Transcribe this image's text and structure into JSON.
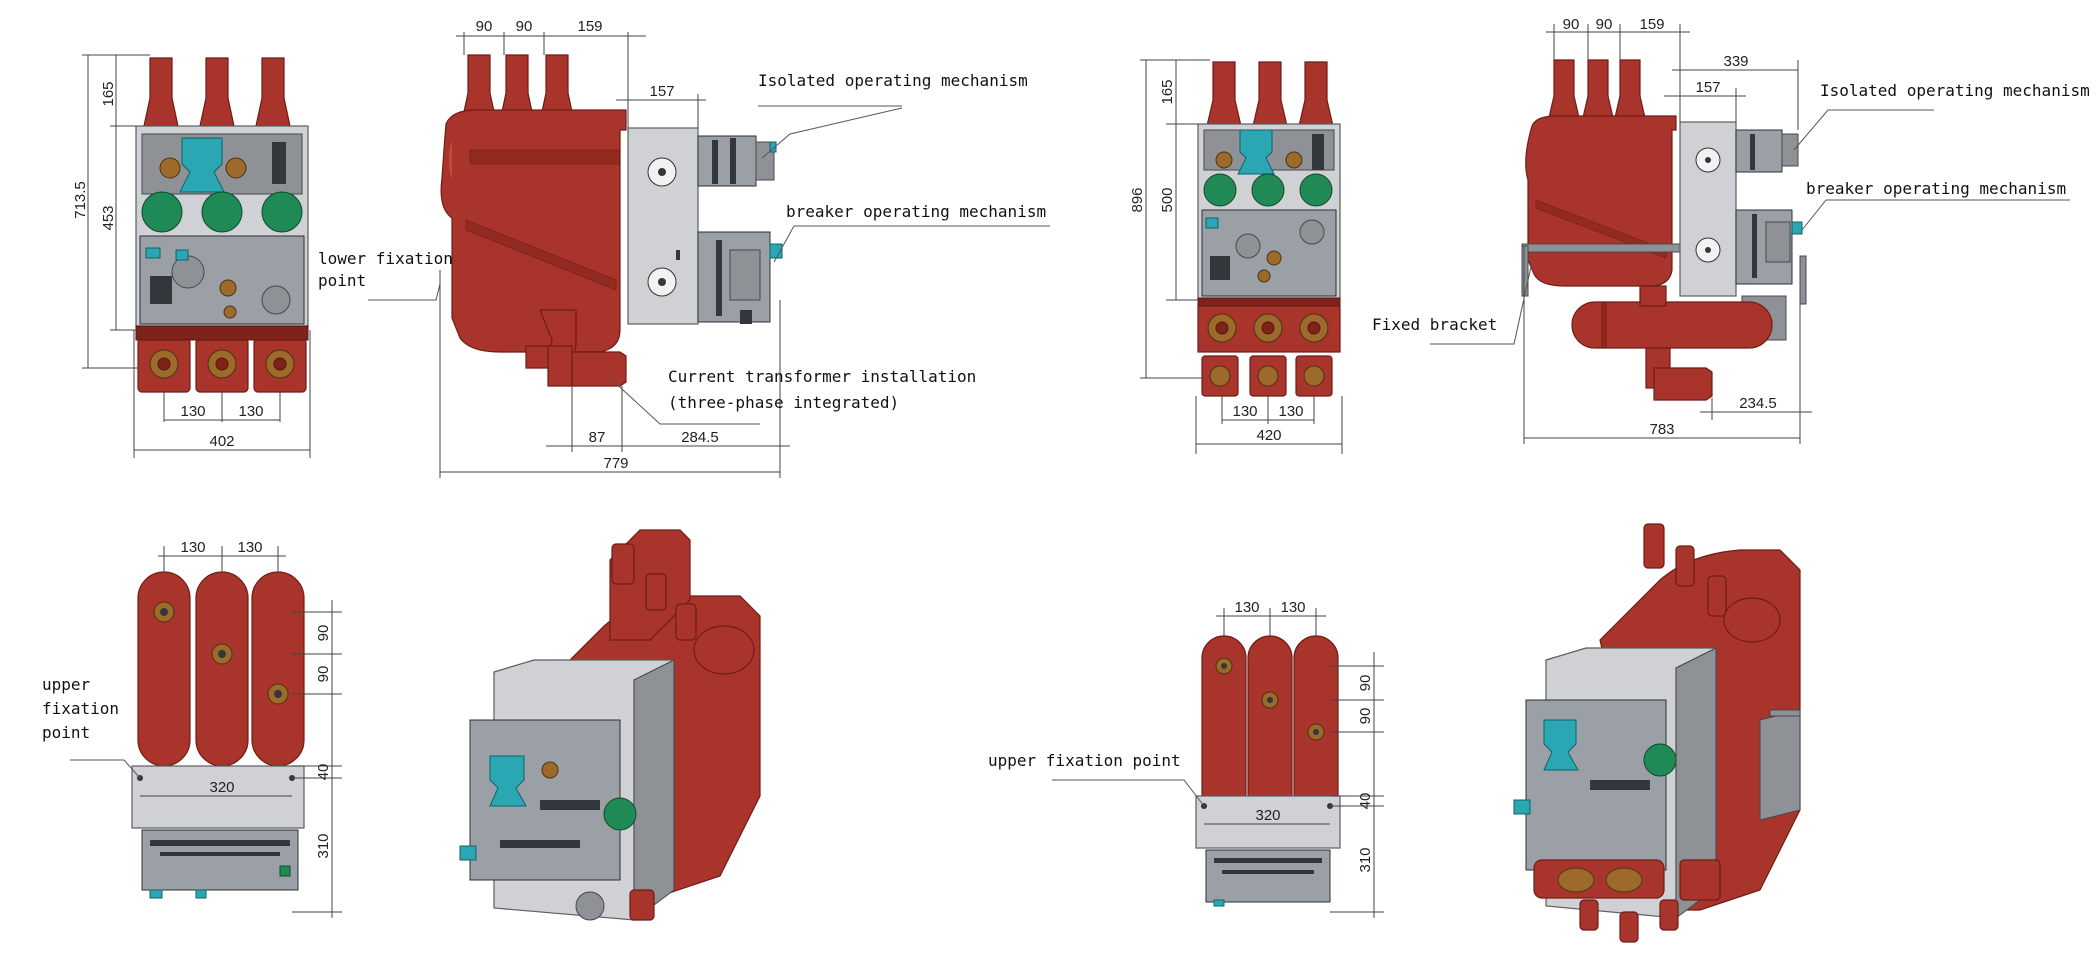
{
  "labels": {
    "isolated_1": "Isolated operating mechanism",
    "breaker_1": "breaker operating mechanism",
    "lower_fix_1": "lower fixation",
    "lower_fix_2": "point",
    "ct_1": "Current transformer installation",
    "ct_2": "(three-phase integrated)",
    "isolated_2": "Isolated operating mechanism",
    "breaker_2": "breaker operating mechanism",
    "fixed_bracket": "Fixed bracket",
    "upper_fix_a1": "upper",
    "upper_fix_a2": "fixation",
    "upper_fix_a3": "point",
    "upper_fix_b": "upper fixation point"
  },
  "dims": {
    "v1_h165": "165",
    "v1_h713": "713.5",
    "v1_h453": "453",
    "v1_w130a": "130",
    "v1_w130b": "130",
    "v1_w402": "402",
    "v2_w90a": "90",
    "v2_w90b": "90",
    "v2_w159": "159",
    "v2_w157": "157",
    "v2_w87": "87",
    "v2_w284": "284.5",
    "v2_w779": "779",
    "v3_h165": "165",
    "v3_h896": "896",
    "v3_h500": "500",
    "v3_w130a": "130",
    "v3_w130b": "130",
    "v3_w420": "420",
    "v4_w90a": "90",
    "v4_w90b": "90",
    "v4_w159": "159",
    "v4_w339": "339",
    "v4_w157": "157",
    "v4_w234": "234.5",
    "v4_w783": "783",
    "v5_w130a": "130",
    "v5_w130b": "130",
    "v5_h90a": "90",
    "v5_h90b": "90",
    "v5_w320": "320",
    "v5_h40": "40",
    "v5_h310": "310",
    "v7_w130a": "130",
    "v7_w130b": "130",
    "v7_h90a": "90",
    "v7_h90b": "90",
    "v7_w320": "320",
    "v7_h40": "40",
    "v7_h310": "310"
  },
  "colors": {
    "insulator_red": "#a8342b",
    "housing_gray": "#cfd1d4",
    "green_part": "#1f8a55",
    "cyan_part": "#2aa7b3"
  }
}
